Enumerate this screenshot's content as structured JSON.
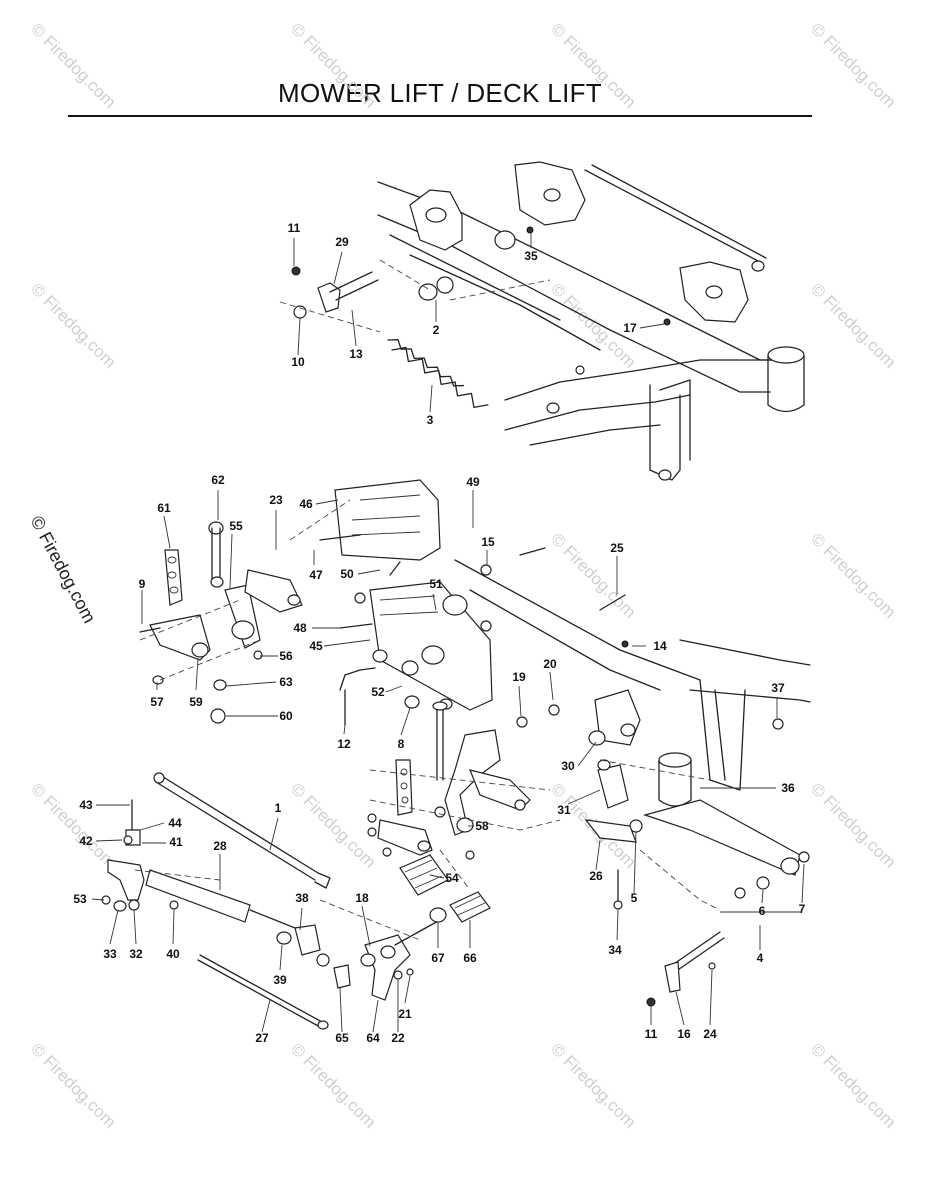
{
  "title": "MOWER LIFT / DECK LIFT",
  "watermark": "© Firedog.com",
  "side_watermark": "© Firedog.com",
  "callouts": [
    "11",
    "29",
    "2",
    "35",
    "17",
    "10",
    "13",
    "3",
    "62",
    "23",
    "46",
    "49",
    "61",
    "55",
    "15",
    "25",
    "9",
    "47",
    "50",
    "51",
    "14",
    "48",
    "45",
    "56",
    "20",
    "37",
    "19",
    "57",
    "59",
    "63",
    "52",
    "60",
    "12",
    "8",
    "30",
    "36",
    "43",
    "1",
    "44",
    "58",
    "31",
    "42",
    "41",
    "28",
    "54",
    "26",
    "5",
    "53",
    "38",
    "18",
    "6",
    "7",
    "33",
    "32",
    "40",
    "39",
    "67",
    "66",
    "34",
    "4",
    "65",
    "64",
    "22",
    "21",
    "27",
    "11",
    "16",
    "24"
  ]
}
